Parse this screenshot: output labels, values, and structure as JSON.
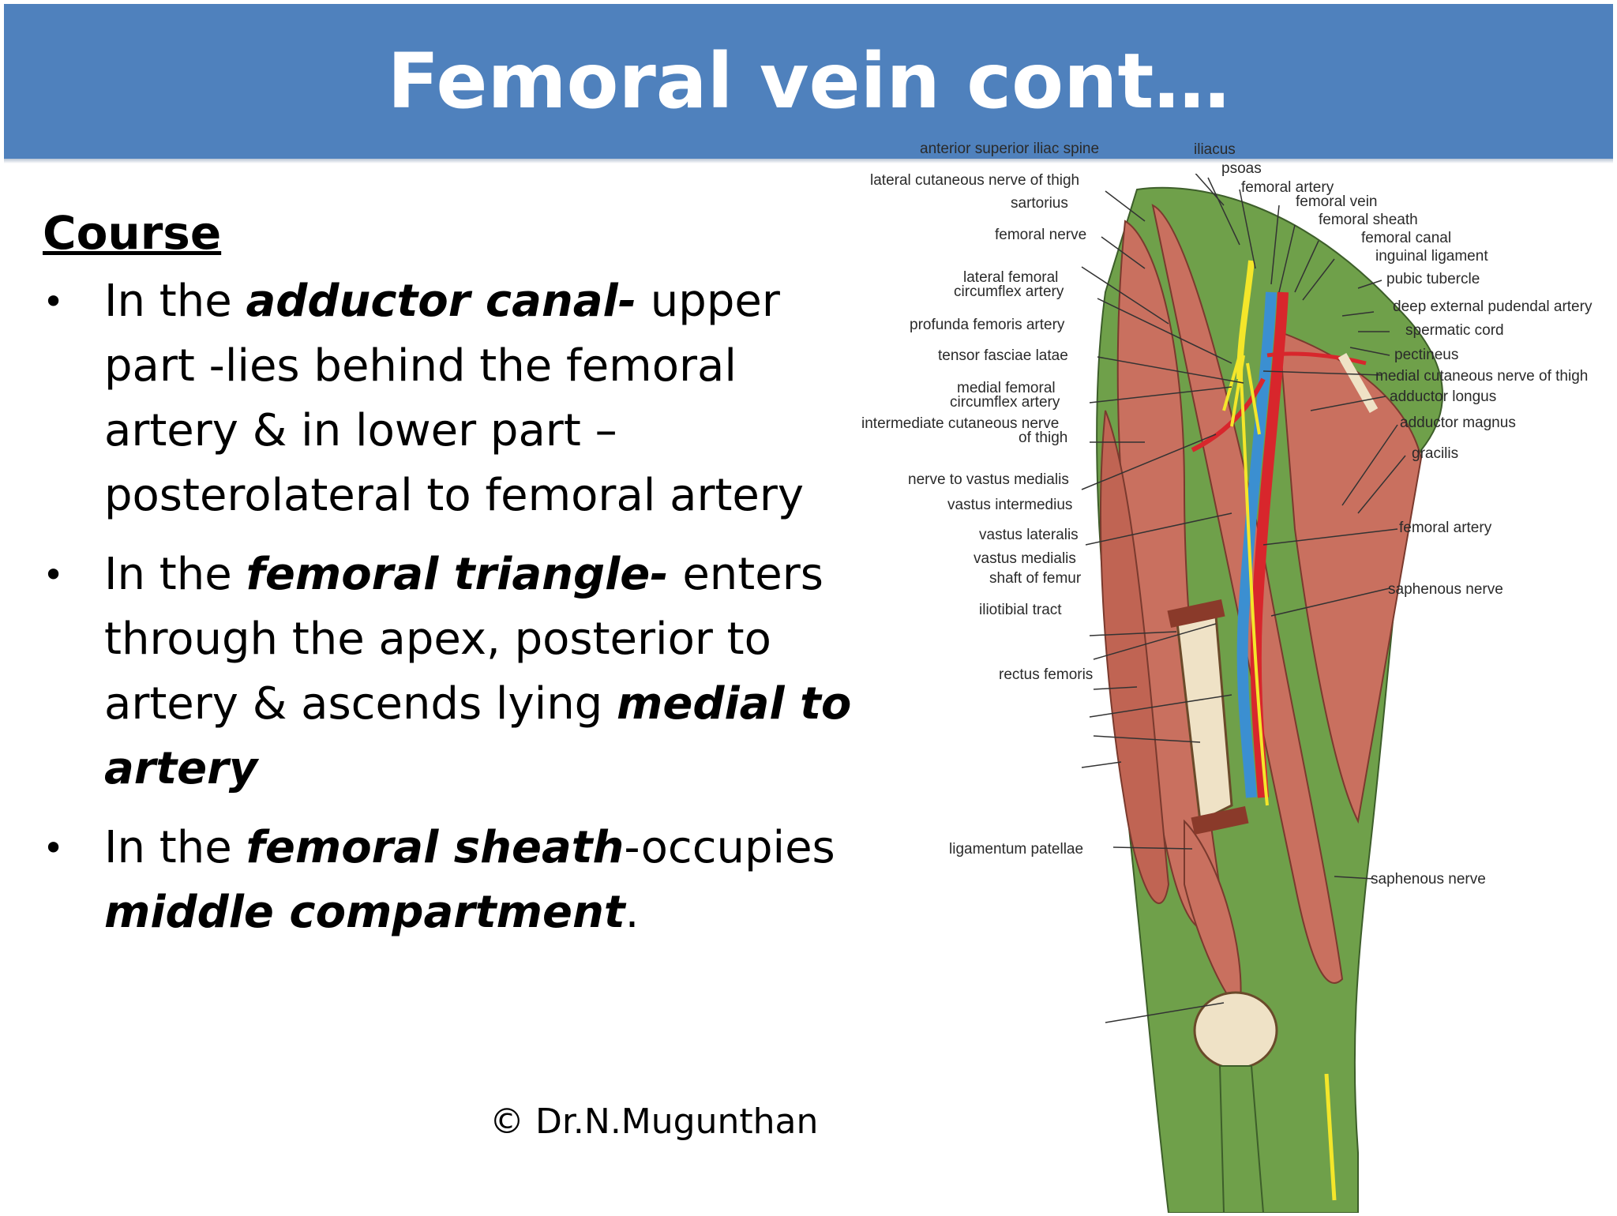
{
  "slide": {
    "title": "Femoral vein cont…",
    "heading": "Course",
    "copyright": "© Dr.N.Mugunthan"
  },
  "bullets": [
    {
      "pre": "In the ",
      "emph": "adductor canal-",
      "post": " upper part -lies behind the femoral artery & in lower part – posterolateral to femoral artery"
    },
    {
      "pre": "In the ",
      "emph": "femoral triangle-",
      "mid": " enters through the apex, posterior to artery & ascends lying ",
      "emph2": "medial to artery"
    },
    {
      "pre": "In the ",
      "emph": "femoral sheath",
      "mid": "-occupies ",
      "emph2": "middle compartment",
      "post": "."
    }
  ],
  "figure": {
    "labels_left": [
      "anterior superior iliac spine",
      "lateral cutaneous nerve of thigh",
      "sartorius",
      "femoral nerve",
      "lateral femoral",
      "circumflex artery",
      "profunda femoris artery",
      "tensor fasciae latae",
      "medial femoral",
      "circumflex artery",
      "intermediate cutaneous nerve",
      "of thigh",
      "nerve to vastus medialis",
      "vastus intermedius",
      "vastus lateralis",
      "vastus medialis",
      "shaft of femur",
      "iliotibial tract",
      "rectus femoris",
      "ligamentum patellae"
    ],
    "labels_right": [
      "iliacus",
      "psoas",
      "femoral artery",
      "femoral vein",
      "femoral sheath",
      "femoral canal",
      "inguinal ligament",
      "pubic tubercle",
      "deep external pudendal artery",
      "spermatic cord",
      "pectineus",
      "medial cutaneous nerve of thigh",
      "adductor longus",
      "adductor magnus",
      "gracilis",
      "femoral artery",
      "saphenous nerve",
      "saphenous nerve"
    ],
    "colors": {
      "muscle": "#c9705f",
      "fascia": "#6fa04a",
      "artery": "#d8262c",
      "vein": "#3b8fd1",
      "nerve": "#f4e62a",
      "bone": "#efe2c6"
    }
  }
}
